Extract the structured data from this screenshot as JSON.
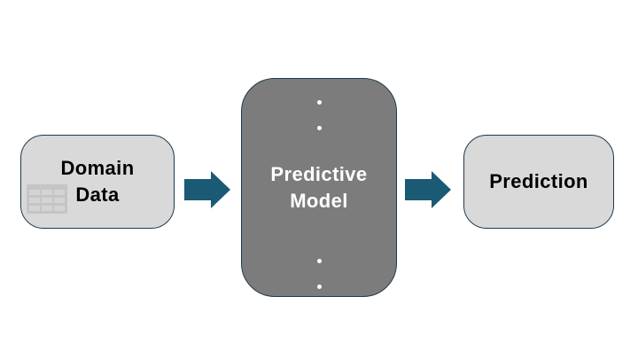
{
  "diagram": {
    "background": "#ffffff",
    "nodes": {
      "domain_data": {
        "line1": "Domain",
        "line2": "Data",
        "fill": "#d9d9d9",
        "border_color": "#1e3a4c",
        "text_color": "#000000",
        "icon": "table-icon"
      },
      "predictive_model": {
        "line1": "Predictive",
        "line2": "Model",
        "fill": "#7c7c7c",
        "border_color": "#1e3a4c",
        "text_color": "#ffffff",
        "ellipsis_dot_color": "#ffffff",
        "ellipsis_dot_count_top": 2,
        "ellipsis_dot_count_bottom": 2
      },
      "prediction": {
        "label": "Prediction",
        "fill": "#d9d9d9",
        "border_color": "#1e3a4c",
        "text_color": "#000000"
      }
    },
    "connectors": [
      {
        "name": "arrow-domain-to-model",
        "type": "block-arrow-right",
        "color": "#1a5a75"
      },
      {
        "name": "arrow-model-to-prediction",
        "type": "block-arrow-right",
        "color": "#1a5a75"
      }
    ]
  }
}
